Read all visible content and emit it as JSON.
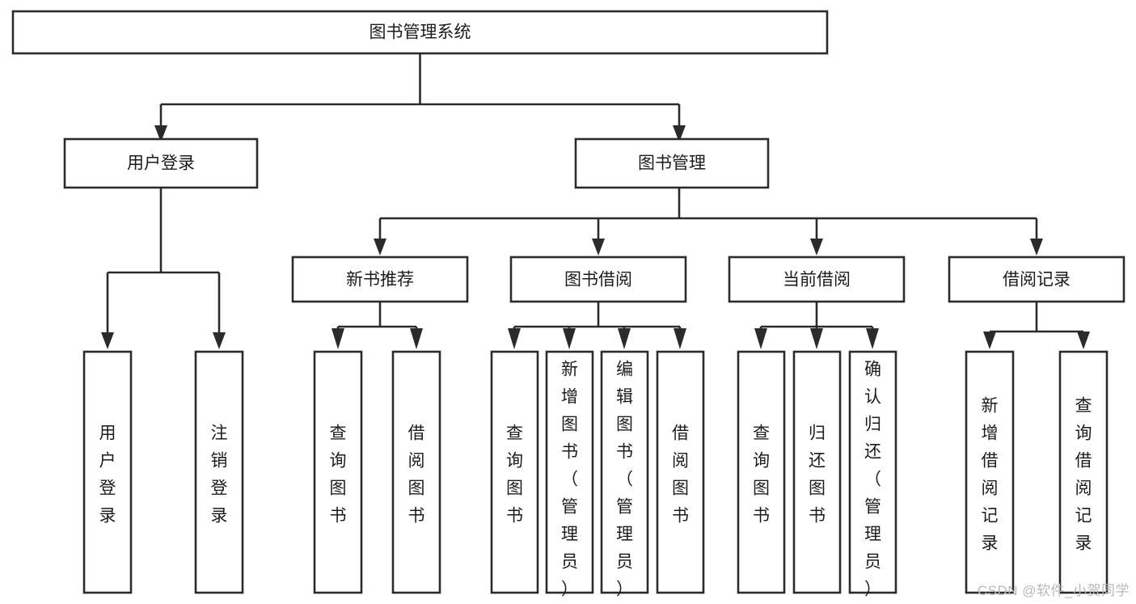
{
  "diagram": {
    "type": "tree-hierarchy",
    "title": "图书管理系统",
    "watermark": "CSDN @软件_小贺同学",
    "colors": {
      "stroke": "#2b2b2b",
      "fill": "#ffffff",
      "text": "#1c1c1c",
      "watermark": "#b9b9b9"
    },
    "root": {
      "id": "root",
      "label": "图书管理系统",
      "orientation": "horizontal"
    },
    "level1": [
      {
        "id": "user-login",
        "label": "用户登录",
        "orientation": "horizontal"
      },
      {
        "id": "book-management",
        "label": "图书管理",
        "orientation": "horizontal"
      }
    ],
    "level2": [
      {
        "id": "new-book-recommend",
        "label": "新书推荐",
        "orientation": "horizontal",
        "parent": "book-management"
      },
      {
        "id": "book-borrow",
        "label": "图书借阅",
        "orientation": "horizontal",
        "parent": "book-management"
      },
      {
        "id": "current-borrow",
        "label": "当前借阅",
        "orientation": "horizontal",
        "parent": "book-management"
      },
      {
        "id": "borrow-record",
        "label": "借阅记录",
        "orientation": "horizontal",
        "parent": "book-management"
      }
    ],
    "leaves": [
      {
        "id": "leaf-user-login",
        "label": "用户登录",
        "parent": "user-login",
        "orientation": "vertical"
      },
      {
        "id": "leaf-logout-login",
        "label": "注销登录",
        "parent": "user-login",
        "orientation": "vertical"
      },
      {
        "id": "leaf-query-book-1",
        "label": "查询图书",
        "parent": "new-book-recommend",
        "orientation": "vertical"
      },
      {
        "id": "leaf-borrow-book-1",
        "label": "借阅图书",
        "parent": "new-book-recommend",
        "orientation": "vertical"
      },
      {
        "id": "leaf-query-book-2",
        "label": "查询图书",
        "parent": "book-borrow",
        "orientation": "vertical"
      },
      {
        "id": "leaf-add-book",
        "label": "新增图书（管理员）",
        "parent": "book-borrow",
        "orientation": "vertical"
      },
      {
        "id": "leaf-edit-book",
        "label": "编辑图书（管理员）",
        "parent": "book-borrow",
        "orientation": "vertical"
      },
      {
        "id": "leaf-borrow-book-2",
        "label": "借阅图书",
        "parent": "book-borrow",
        "orientation": "vertical"
      },
      {
        "id": "leaf-query-book-3",
        "label": "查询图书",
        "parent": "current-borrow",
        "orientation": "vertical"
      },
      {
        "id": "leaf-return-book",
        "label": "归还图书",
        "parent": "current-borrow",
        "orientation": "vertical"
      },
      {
        "id": "leaf-confirm-return",
        "label": "确认归还（管理员）",
        "parent": "current-borrow",
        "orientation": "vertical"
      },
      {
        "id": "leaf-add-borrow-record",
        "label": "新增借阅记录",
        "parent": "borrow-record",
        "orientation": "vertical"
      },
      {
        "id": "leaf-query-borrow-record",
        "label": "查询借阅记录",
        "parent": "borrow-record",
        "orientation": "vertical"
      }
    ]
  }
}
